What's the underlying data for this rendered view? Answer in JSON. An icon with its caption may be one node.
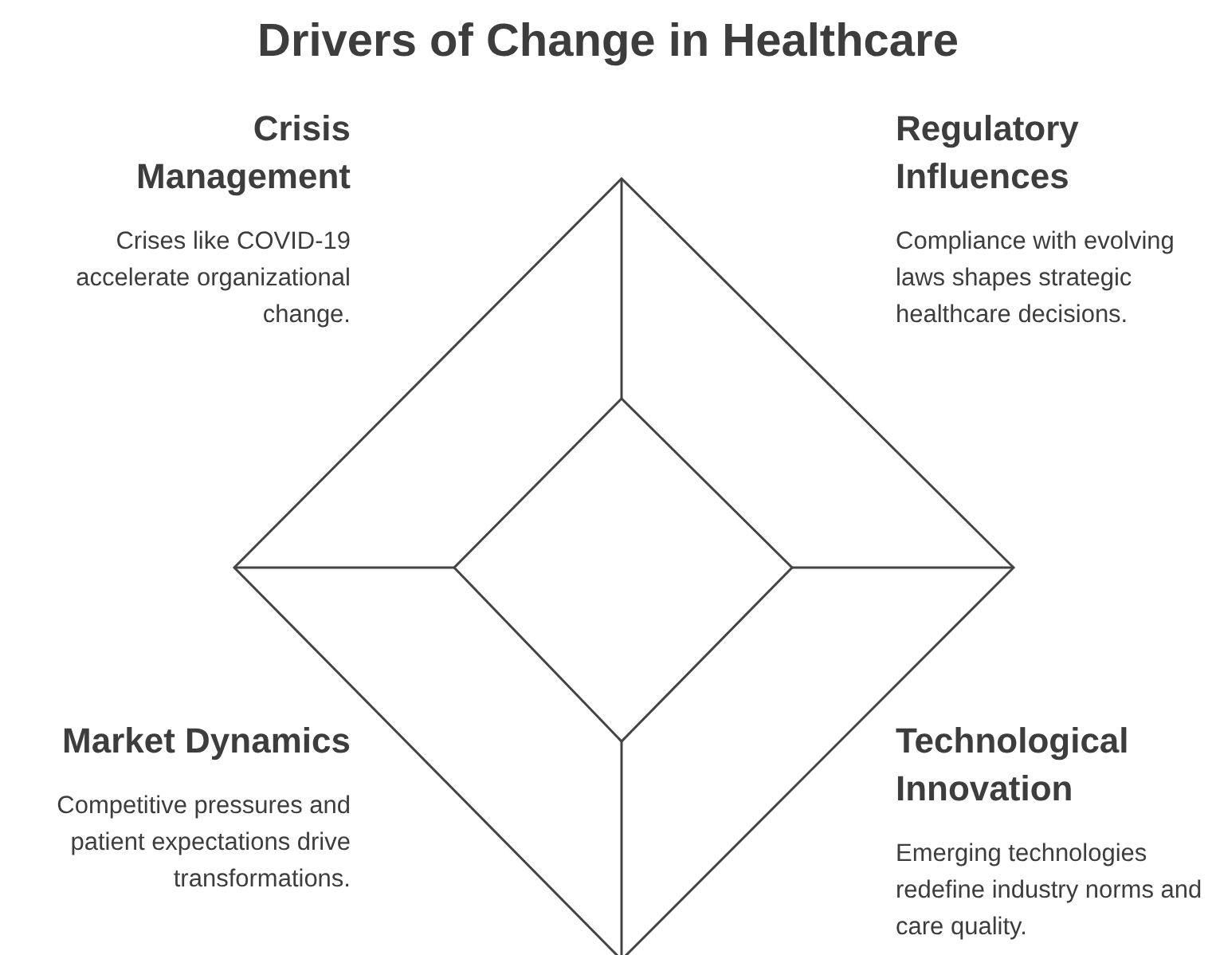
{
  "diagram": {
    "title": "Drivers of Change in Healthcare",
    "nodes": [
      {
        "text": [
          "Crisis Management",
          "Crises like COVID-19 accelerate organizational change."
        ]
      },
      {
        "text": [
          "Regulatory Influences",
          "Compliance with evolving laws shapes strategic healthcare decisions."
        ]
      },
      {
        "text": [
          "Market Dynamics",
          "Competitive pressures and patient expectations drive transformations."
        ]
      },
      {
        "text": [
          "Technological Innovation",
          "Emerging technologies redefine industry norms and care quality."
        ]
      }
    ]
  }
}
